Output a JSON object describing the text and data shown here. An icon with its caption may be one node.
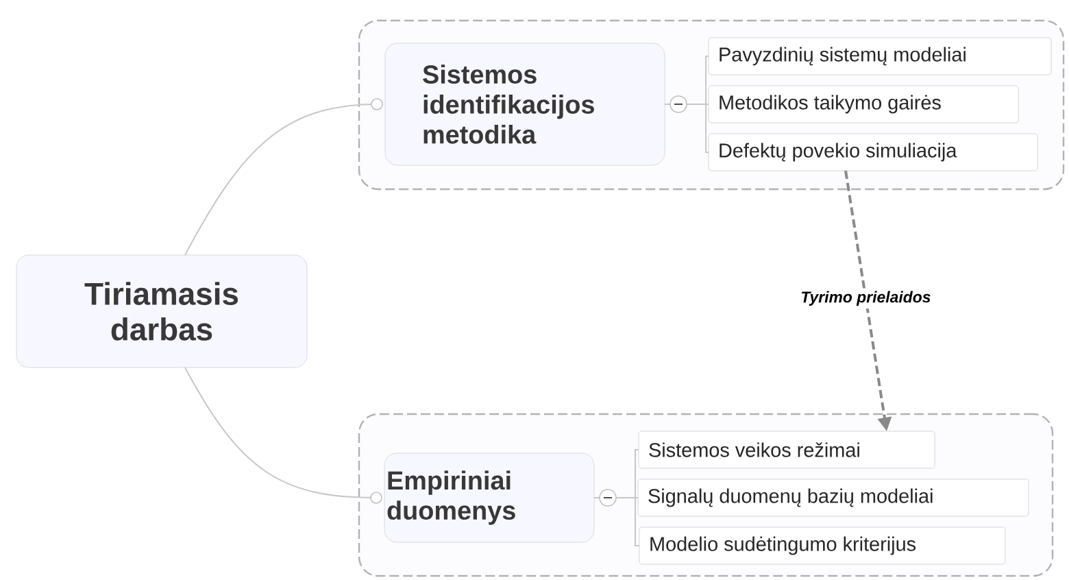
{
  "diagram": {
    "nodes": [
      {
        "text": [
          "Tiriamasis darbas"
        ]
      },
      {
        "text": [],
        "shape": "box"
      },
      {
        "text": [
          "Sistemos identifikacijos metodika"
        ],
        "in": 1
      },
      {
        "text": [
          "Pavyzdinių sistemų modeliai"
        ],
        "in": 1
      },
      {
        "text": [
          "Metodikos taikymo gairės"
        ],
        "in": 1
      },
      {
        "text": [
          "Defektų povekio simuliacija"
        ],
        "in": 1
      },
      {
        "text": [],
        "shape": "box"
      },
      {
        "text": [
          "Empiriniai duomenys"
        ],
        "in": 6
      },
      {
        "text": [
          "Sistemos veikos režimai"
        ],
        "in": 6
      },
      {
        "text": [
          "Signalų duomenų bazių modeliai"
        ],
        "in": 6
      },
      {
        "text": [
          "Modelio sudėtingumo kriterijus"
        ],
        "in": 6
      }
    ],
    "edges": [
      {
        "from": 0,
        "to": 2,
        "arrow": "none"
      },
      {
        "from": 0,
        "to": 7,
        "arrow": "none"
      },
      {
        "from": 2,
        "to": 3,
        "arrow": "none"
      },
      {
        "from": 2,
        "to": 4,
        "arrow": "none"
      },
      {
        "from": 2,
        "to": 5,
        "arrow": "none"
      },
      {
        "from": 7,
        "to": 8,
        "arrow": "none"
      },
      {
        "from": 7,
        "to": 9,
        "arrow": "none"
      },
      {
        "from": 7,
        "to": 10,
        "arrow": "none"
      },
      {
        "from": 5,
        "to": 8,
        "arrow": "to",
        "label": "Tyrimo prielaidos",
        "style": "dashed",
        "color": "#8a8a8a"
      }
    ]
  }
}
